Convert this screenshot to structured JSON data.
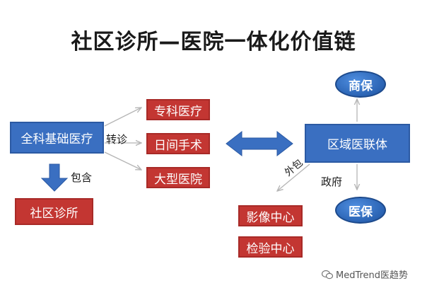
{
  "title": "社区诊所—医院一体化价值链",
  "nodes": {
    "general": "全科基础医疗",
    "clinic": "社区诊所",
    "specialty": "专科医疗",
    "daysurgery": "日间手术",
    "largehospital": "大型医院",
    "regional": "区域医联体",
    "commercial": "商保",
    "medical": "医保",
    "imaging": "影像中心",
    "lab": "检验中心"
  },
  "labels": {
    "referral": "转诊",
    "include": "包含",
    "outsource": "外包",
    "government": "政府"
  },
  "watermark": "MedTrend医趋势",
  "colors": {
    "blue": "#3a6fc1",
    "red": "#c33632",
    "arrow_gray": "#b5b5b5"
  }
}
